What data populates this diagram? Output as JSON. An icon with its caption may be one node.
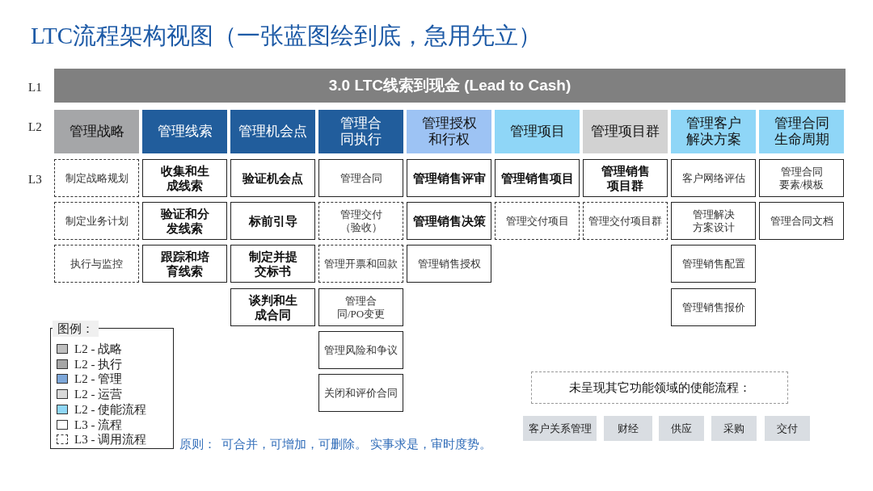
{
  "diagram": {
    "title": "LTC流程架构视图（一张蓝图绘到底，急用先立）",
    "nodes": [
      {
        "text": [
          "3.0 LTC线索到现金 (Lead to Cash)"
        ]
      },
      {
        "text": [
          "管理战略"
        ]
      },
      {
        "text": [
          "管理线索"
        ]
      },
      {
        "text": [
          "管理机会点"
        ]
      },
      {
        "text": [
          "管理合同执行"
        ]
      },
      {
        "text": [
          "管理授权和行权"
        ]
      },
      {
        "text": [
          "管理项目"
        ]
      },
      {
        "text": [
          "管理项目群"
        ]
      },
      {
        "text": [
          "管理客户解决方案"
        ]
      },
      {
        "text": [
          "管理合同生命周期"
        ]
      },
      {
        "text": [
          "制定战略规划"
        ]
      },
      {
        "text": [
          "制定业务计划"
        ]
      },
      {
        "text": [
          "执行与监控"
        ]
      },
      {
        "text": [
          "收集和生成线索"
        ]
      },
      {
        "text": [
          "验证和分发线索"
        ]
      },
      {
        "text": [
          "跟踪和培育线索"
        ]
      },
      {
        "text": [
          "验证机会点"
        ]
      },
      {
        "text": [
          "标前引导"
        ]
      },
      {
        "text": [
          "制定并提交标书"
        ]
      },
      {
        "text": [
          "谈判和生成合同"
        ]
      },
      {
        "text": [
          "管理合同"
        ]
      },
      {
        "text": [
          "管理交付（验收）"
        ]
      },
      {
        "text": [
          "管理开票和回款"
        ]
      },
      {
        "text": [
          "管理合同/PO变更"
        ]
      },
      {
        "text": [
          "管理风险和争议"
        ]
      },
      {
        "text": [
          "关闭和评价合同"
        ]
      },
      {
        "text": [
          "管理销售评审"
        ]
      },
      {
        "text": [
          "管理销售决策"
        ]
      },
      {
        "text": [
          "管理销售授权"
        ]
      },
      {
        "text": [
          "管理销售项目"
        ]
      },
      {
        "text": [
          "管理交付项目"
        ]
      },
      {
        "text": [
          "管理销售项目群"
        ]
      },
      {
        "text": [
          "管理交付项目群"
        ]
      },
      {
        "text": [
          "客户网络评估"
        ]
      },
      {
        "text": [
          "管理解决方案设计"
        ]
      },
      {
        "text": [
          "管理销售配置"
        ]
      },
      {
        "text": [
          "管理销售报价"
        ]
      },
      {
        "text": [
          "管理合同要素/模板"
        ]
      },
      {
        "text": [
          "管理合同文档"
        ]
      },
      {
        "text": [
          "未呈现其它功能领域的使能流程："
        ]
      },
      {
        "text": [
          "客户关系管理"
        ]
      },
      {
        "text": [
          "财经"
        ]
      },
      {
        "text": [
          "供应"
        ]
      },
      {
        "text": [
          "采购"
        ]
      },
      {
        "text": [
          "交付"
        ]
      }
    ],
    "labels": [
      "L1",
      "L2",
      "L3",
      "图例：",
      "原则：  可合并，可增加，可删除。 实事求是，审时度势。"
    ],
    "legend": [
      {
        "text": "L2 - 战略",
        "color": "#bfbfbf"
      },
      {
        "text": "L2 - 执行",
        "color": "#a6a6a6"
      },
      {
        "text": "L2 - 管理",
        "color": "#7da7d9"
      },
      {
        "text": "L2 - 运营",
        "color": "#d9d9d9"
      },
      {
        "text": "L2 - 使能流程",
        "color": "#8fd7f7"
      },
      {
        "text": "L3 - 流程",
        "color": "#ffffff"
      },
      {
        "text": "L3 - 调用流程"
      }
    ]
  }
}
